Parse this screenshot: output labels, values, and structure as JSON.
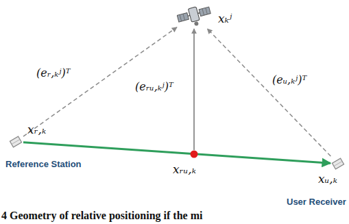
{
  "diagram": {
    "caption": "4 Geometry of relative positioning if the mi",
    "nodes": [
      {
        "text": [
          "xₖʲ"
        ]
      },
      {
        "text": [
          "xᵣ,ₖ",
          "Reference Station"
        ]
      },
      {
        "text": [
          "xᵣᵤ,ₖ"
        ]
      },
      {
        "text": [
          "xᵤ,ₖ",
          "User Receiver"
        ]
      }
    ],
    "edges": [
      {
        "from": 1,
        "to": 0,
        "arrow": "to",
        "label": "(eᵣ,ₖʲ)ᵀ"
      },
      {
        "from": 2,
        "to": 0,
        "arrow": "to",
        "label": "(eᵣᵤ,ₖʲ)ᵀ"
      },
      {
        "from": 3,
        "to": 0,
        "arrow": "to",
        "label": "(eᵤ,ₖʲ)ᵀ"
      },
      {
        "from": 1,
        "to": 3,
        "arrow": "to"
      }
    ]
  }
}
